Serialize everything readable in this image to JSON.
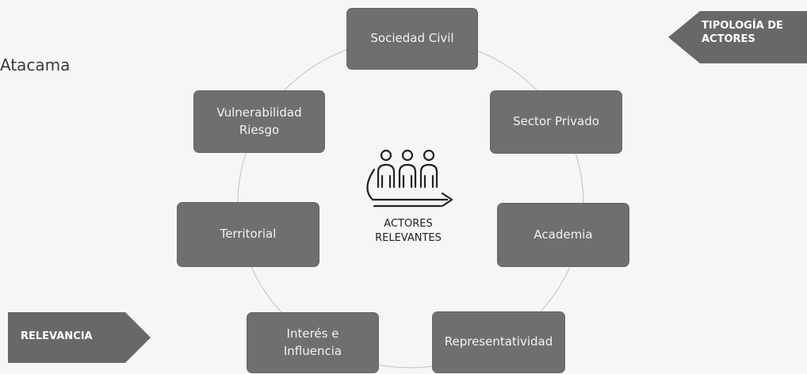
{
  "caption": "Atacama",
  "center": {
    "label": "ACTORES\nRELEVANTES",
    "icon": "people-group-icon"
  },
  "nodes": [
    {
      "id": "sociedad-civil",
      "label": "Sociedad Civil"
    },
    {
      "id": "sector-privado",
      "label": "Sector Privado"
    },
    {
      "id": "academia",
      "label": "Academia"
    },
    {
      "id": "representatividad",
      "label": "Representatividad"
    },
    {
      "id": "interes-influencia",
      "label": "Interés e\nInfluencia"
    },
    {
      "id": "territorial",
      "label": "Territorial"
    },
    {
      "id": "vulnerabilidad-riesgo",
      "label": "Vulnerabilidad\nRiesgo"
    }
  ],
  "tags": {
    "tipologia": "TIPOLOGÍA DE\nACTORES",
    "relevancia": "RELEVANCIA"
  },
  "colors": {
    "node_fill": "#6f6f6f",
    "tag_fill": "#686868",
    "ring": "#c9c9c9"
  }
}
